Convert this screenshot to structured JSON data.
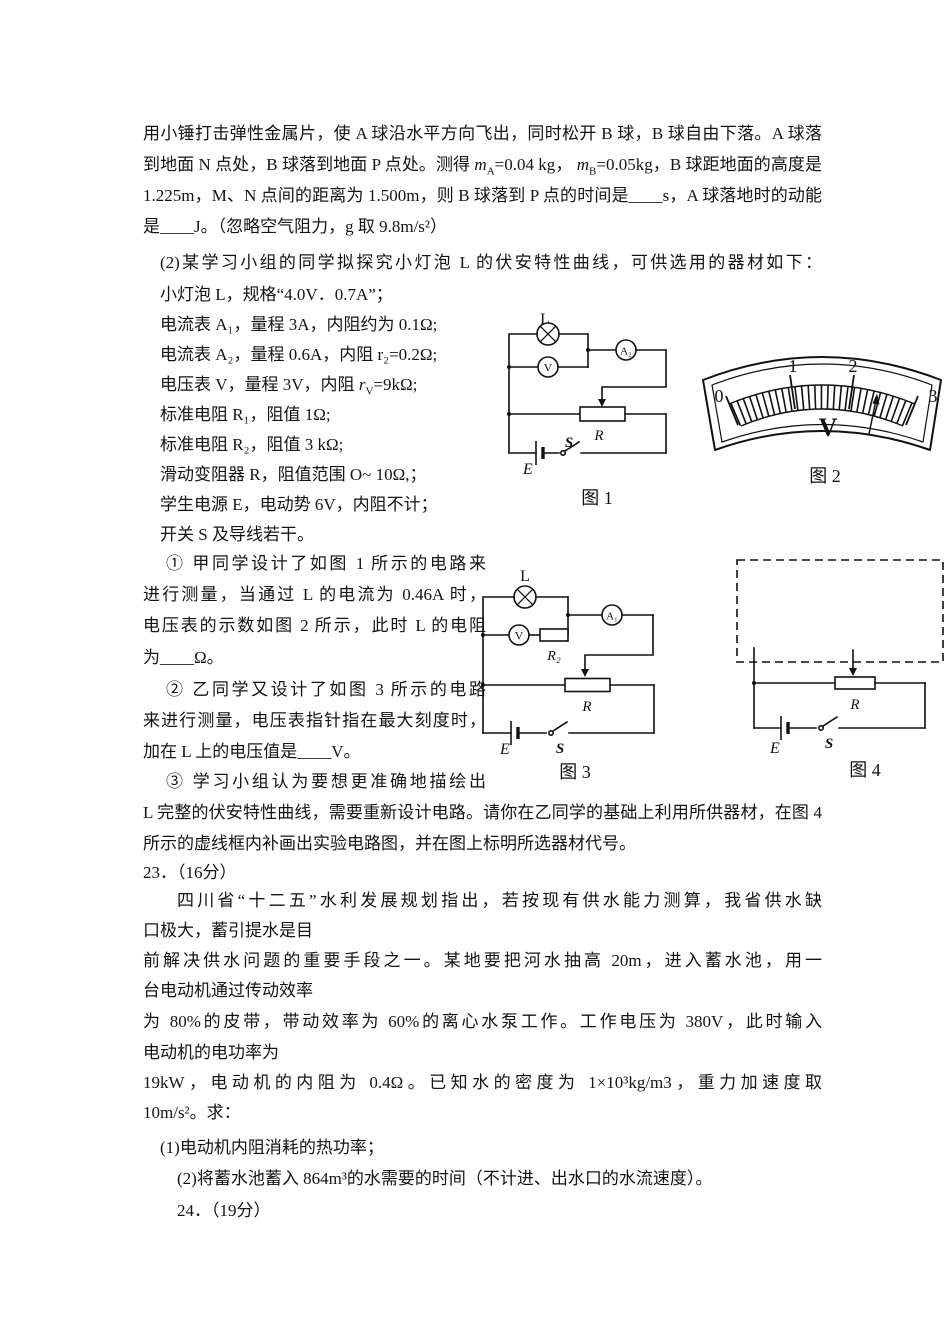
{
  "page": {
    "background": "#ffffff",
    "text_color": "#141414"
  },
  "para1": {
    "l1": "用小锤打击弹性金属片，使 A 球沿水平方向飞出，同时松开 B 球，B 球自由下落。A 球落",
    "l2_html": "到地面 N 点处，B 球落到地面 P 点处。测得 <i>m</i><sub>A</sub>=0.04 kg， <i>m</i><sub>B</sub>=0.05kg，B 球距地面的高度是",
    "l3": "1.225m，M、N 点间的距离为 1.500m，则 B 球落到 P 点的时间是____s，A 球落地时的动能",
    "l4": "是____J。（忽略空气阻力，g 取 9.8m/s²）"
  },
  "sec2": {
    "intro": "(2)某学习小组的同学拟探究小灯泡 L 的伏安特性曲线，可供选用的器材如下：",
    "equipment": [
      "小灯泡 L，规格“4.0V．0.7A”；",
      "电流表 A₁，量程 3A，内阻约为 0.1Ω;",
      "电流表 A₂，量程 0.6A，内阻 r₂=0.2Ω;",
      "电压表 V，量程 3V，内阻 <i>r</i><sub>V</sub>=9kΩ;",
      "标准电阻 R₁，阻值 1Ω;",
      "标准电阻 R₂，阻值 3 kΩ;",
      "滑动变阻器 R，阻值范围 O~ 10Ω,；",
      "学生电源 E，电动势 6V，内阻不计；",
      "开关 S 及导线若干。"
    ]
  },
  "steps": {
    "s1a": "① 甲同学设计了如图 1 所示的电路来",
    "s1b": "进行测量，当通过 L 的电流为 0.46A 时，",
    "s1c": "电压表的示数如图 2 所示，此时 L 的电阻",
    "s1d": "为____Ω。",
    "s2a": "② 乙同学又设计了如图 3 所示的电路",
    "s2b": "来进行测量，电压表指针指在最大刻度时，",
    "s2c": "加在 L 上的电压值是____V。",
    "s3a": "③ 学习小组认为要想更准确地描绘出",
    "w1": "L 完整的伏安特性曲线，需要重新设计电路。请你在乙同学的基础上利用所供器材，在图 4",
    "w2": "所示的虚线框内补画出实验电路图，并在图上标明所选器材代号。"
  },
  "q23": {
    "number": "23．（16分）",
    "l1": "四川省“十二五”水利发展规划指出，若按现有供水能力测算，我省供水缺",
    "l2": "口极大，蓄引提水是目",
    "l3": "前解决供水问题的重要手段之一。某地要把河水抽高 20m，进入蓄水池，用一",
    "l4": "台电动机通过传动效率",
    "l5": "为 80%的皮带，带动效率为 60%的离心水泵工作。工作电压为 380V，此时输入",
    "l6": "电动机的电功率为",
    "l7": "19kW，电动机的内阻为 0.4Ω。已知水的密度为 1×10³kg/m3，重力加速度取",
    "l8": "10m/s²。求：",
    "l9": "(1)电动机内阻消耗的热功率；",
    "l10": "(2)将蓄水池蓄入 864m³的水需要的时间（不计进、出水口的水流速度）。"
  },
  "q24": {
    "number": "24．（19分）"
  },
  "figures": {
    "fig1": {
      "caption": "图 1",
      "lamp_label": "L",
      "ammeter_label": "A₂",
      "voltmeter_label": "V",
      "rheostat_label": "R",
      "battery_label": "E",
      "switch_label": "S"
    },
    "fig2": {
      "caption": "图 2",
      "unit": "V",
      "tick_labels": [
        "0",
        "1",
        "2",
        "3"
      ]
    },
    "fig3": {
      "caption": "图 3",
      "lamp_label": "L",
      "ammeter_label": "A₁",
      "voltmeter_label": "V",
      "resistor_label": "R₂",
      "rheostat_label": "R",
      "battery_label": "E",
      "switch_label": "S"
    },
    "fig4": {
      "caption": "图 4",
      "rheostat_label": "R",
      "battery_label": "E",
      "switch_label": "S"
    }
  }
}
